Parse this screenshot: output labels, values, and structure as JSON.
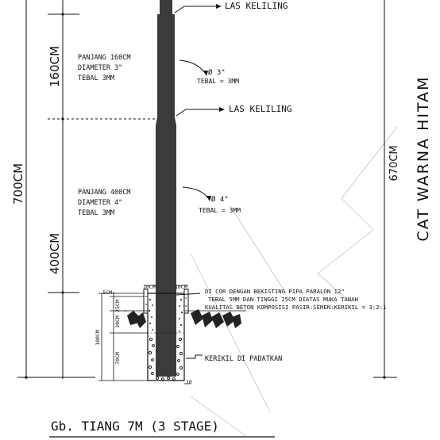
{
  "callouts": {
    "las_keliling_top": "LAS KELILING",
    "las_keliling_mid": "LAS KELILING",
    "dia3": "Ø 3\"",
    "tebal_3": "TEBAL = 3MM",
    "dia4": "Ø 4\"",
    "tebal_4": "TEBAL = 3MM",
    "kerikil": "KERIKIL DI PADATKAN"
  },
  "spec_upper": {
    "line1": "PANJANG 160CM",
    "line2": "DIAMETER 3\"",
    "line3": "TEBAL 3MM"
  },
  "spec_lower": {
    "line1": "PANJANG 400CM",
    "line2": "DIAMETER 4\"",
    "line3": "TEBAL 3MM"
  },
  "foundation_notes": {
    "line1": "DI COR DENGAN BEKISTING PIPA PARALON 12\"",
    "line2": "TEBAL 5MM DAN TINGGI 25CM DIATAS MUKA TANAH",
    "line3": "KUALITAS BETON KOMPOSISI PASIR:SEMEN:KERIKIL = 3:2:1"
  },
  "dimensions": {
    "total": "700CM",
    "upper": "160CM",
    "lower": "400CM",
    "right": "670CM",
    "found_total": "100CM",
    "found_5": "5CM",
    "found_25": "25CM",
    "found_30": "30CM",
    "found_70": "70CM",
    "found_10_left": "10CM",
    "found_10_right": "10CM",
    "found_10_bottom": "10"
  },
  "paint_note": "CAT WARNA HITAM",
  "caption": "Gb. TIANG 7M (3 STAGE)",
  "colors": {
    "pole": "#3b3b3b",
    "line": "#111111"
  }
}
